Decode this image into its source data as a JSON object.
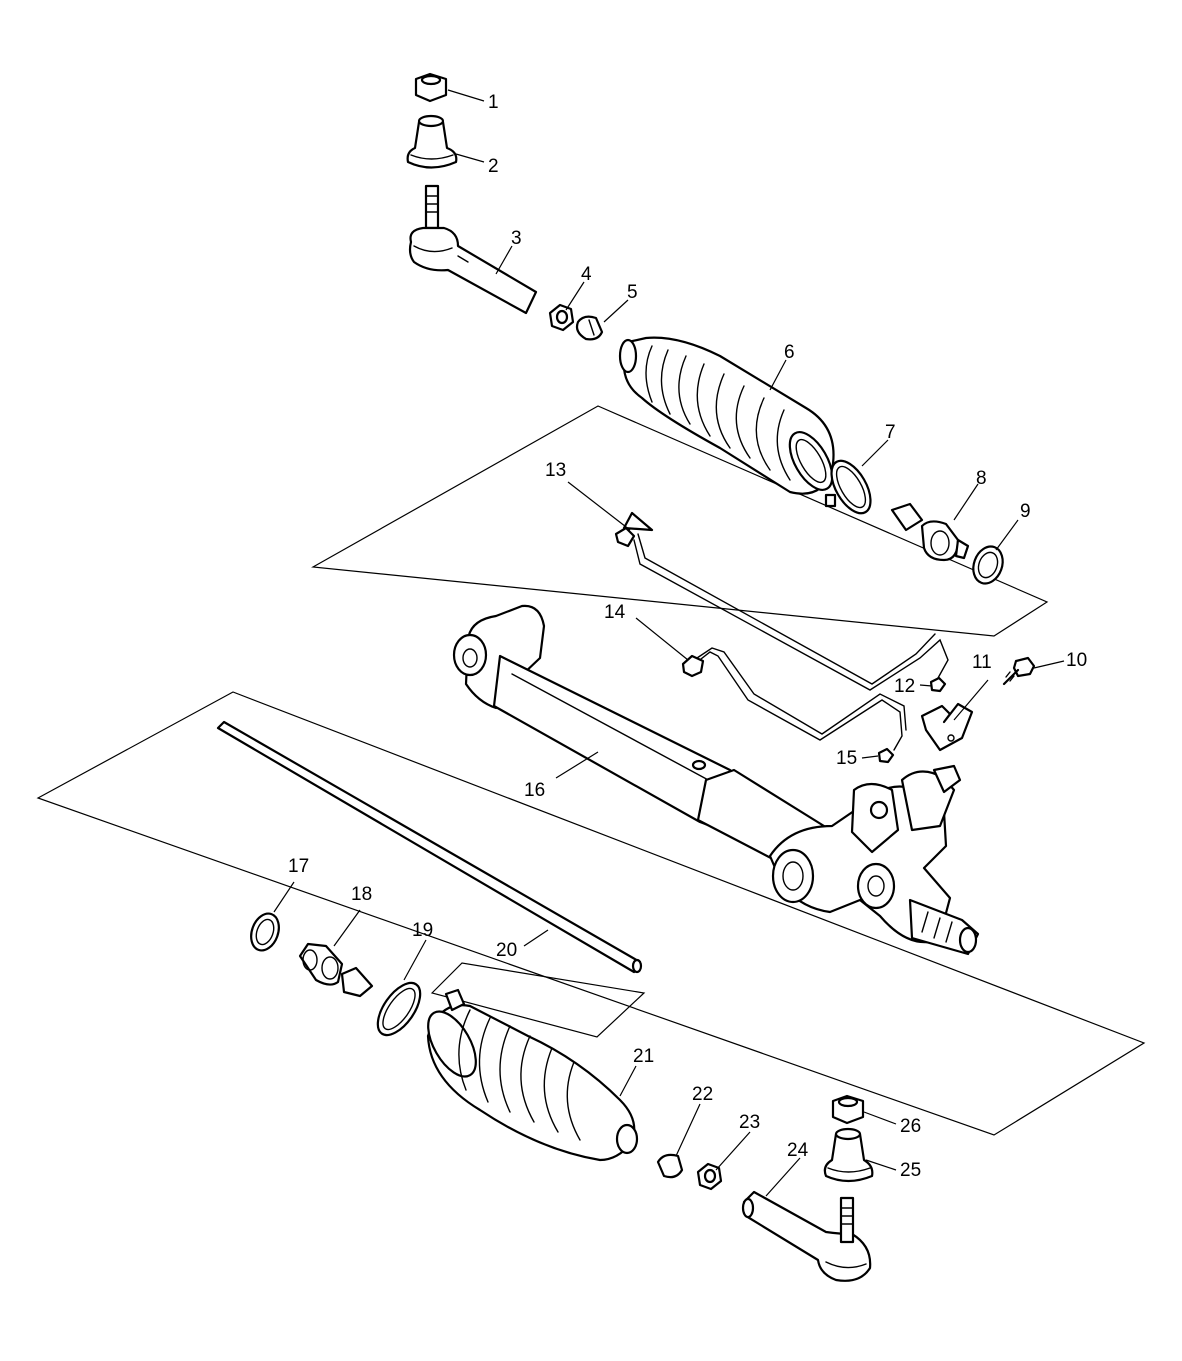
{
  "diagram": {
    "colors": {
      "ink": "#000000",
      "paper": "#ffffff"
    },
    "callouts": [
      "1",
      "2",
      "3",
      "4",
      "5",
      "6",
      "7",
      "8",
      "9",
      "10",
      "11",
      "12",
      "13",
      "14",
      "15",
      "16",
      "17",
      "18",
      "19",
      "20",
      "21",
      "22",
      "23",
      "24",
      "25",
      "26"
    ]
  }
}
